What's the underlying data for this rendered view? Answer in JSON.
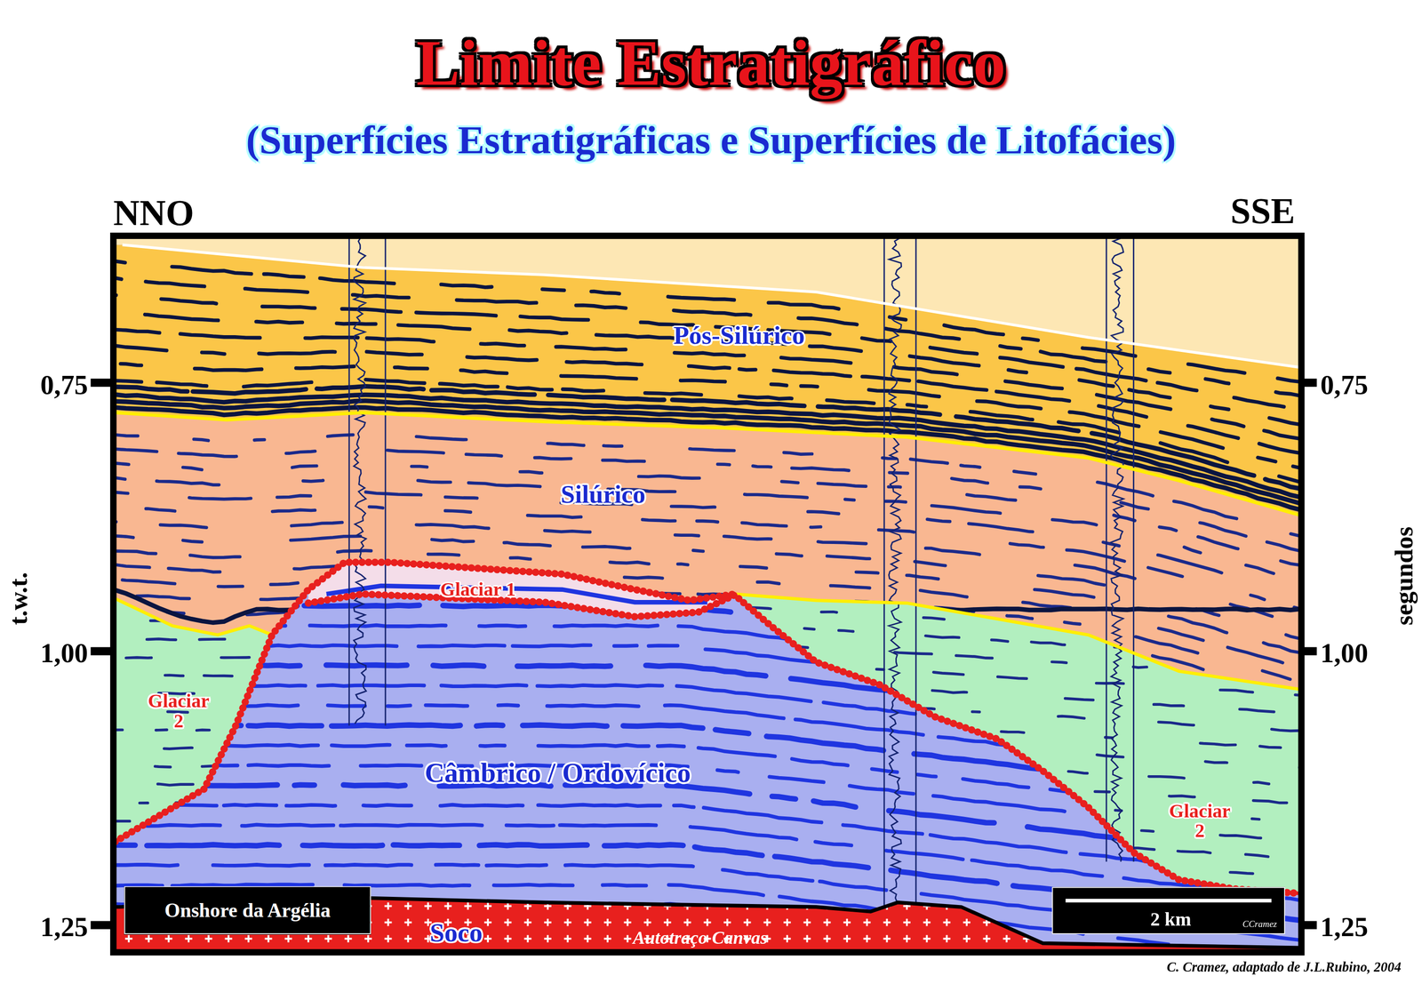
{
  "diagram": {
    "title": "Limite Estratigráfico",
    "caption": "C. Cramez, adaptado de J.L.Rubino, 2004",
    "nodes": [
      {
        "text": [
          "Pós-Silúrico"
        ]
      },
      {
        "text": [
          "Silúrico"
        ]
      },
      {
        "text": [
          "Glaciar 1"
        ]
      },
      {
        "text": [
          "Glaciar 2"
        ]
      },
      {
        "text": [
          "Câmbrico / Ordovícico"
        ]
      },
      {
        "text": [
          "Glaciar 2"
        ]
      },
      {
        "text": [
          "Onshore da Argélia"
        ]
      },
      {
        "text": [
          "Soco"
        ]
      },
      {
        "text": [
          "2 km",
          "CCramez"
        ]
      }
    ],
    "labels": [
      "(Superfícies Estratigráficas e Superfícies de Litofácies)",
      "NNO",
      "SSE",
      "0,75",
      "0,75",
      "1,00",
      "1,00",
      "1,25",
      "1,25",
      "t.w.t.",
      "segundos",
      "Autotraço Canvas"
    ]
  }
}
